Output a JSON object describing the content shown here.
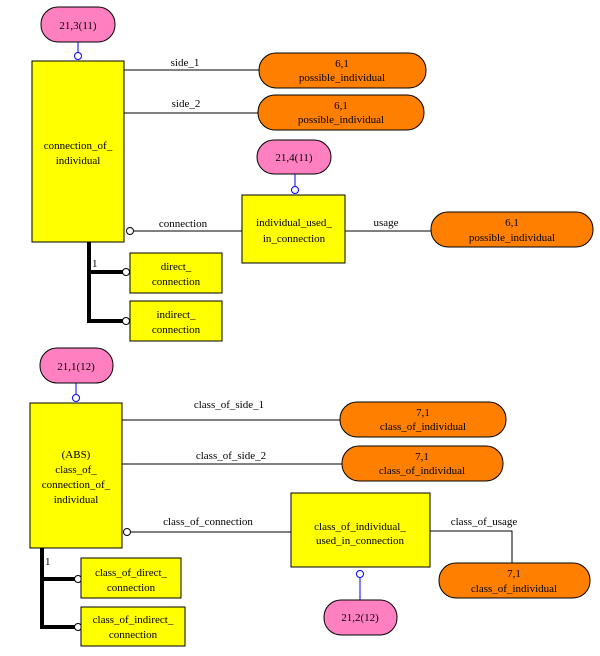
{
  "colors": {
    "entity_fill": "#ffff00",
    "ref_fill": "#ff8000",
    "page_ref_fill": "#ff80c0",
    "stroke": "#000000",
    "connector_blue": "#0000ff"
  },
  "top": {
    "page_ref": "21,3(11)",
    "main_entity": [
      "connection_of_",
      "individual"
    ],
    "side_1": {
      "label": "side_1",
      "target": [
        "6,1",
        "possible_individual"
      ]
    },
    "side_2": {
      "label": "side_2",
      "target": [
        "6,1",
        "possible_individual"
      ]
    },
    "usage_page_ref": "21,4(11)",
    "connection_label": "connection",
    "usage_entity": [
      "individual_used_",
      "in_connection"
    ],
    "usage": {
      "label": "usage",
      "target": [
        "6,1",
        "possible_individual"
      ]
    },
    "subtype_cardinality": "1",
    "subtypes": [
      [
        "direct_",
        "connection"
      ],
      [
        "indirect_",
        "connection"
      ]
    ]
  },
  "bottom": {
    "page_ref": "21,1(12)",
    "main_entity": [
      "(ABS)",
      "class_of_",
      "connection_of_",
      "individual"
    ],
    "class_of_side_1": {
      "label": "class_of_side_1",
      "target": [
        "7,1",
        "class_of_individual"
      ]
    },
    "class_of_side_2": {
      "label": "class_of_side_2",
      "target": [
        "7,1",
        "class_of_individual"
      ]
    },
    "connection_label": "class_of_connection",
    "usage_entity": [
      "class_of_individual_",
      "used_in_connection"
    ],
    "usage": {
      "label": "class_of_usage",
      "target": [
        "7,1",
        "class_of_individual"
      ]
    },
    "usage_page_ref": "21,2(12)",
    "subtype_cardinality": "1",
    "subtypes": [
      [
        "class_of_direct_",
        "connection"
      ],
      [
        "class_of_indirect_",
        "connection"
      ]
    ]
  }
}
